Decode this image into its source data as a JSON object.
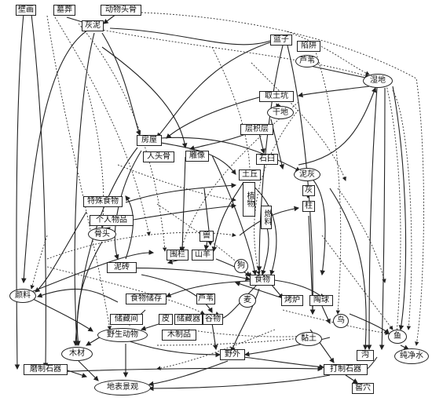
{
  "nodes": {
    "bihua": "壁画",
    "muzang": "墓葬",
    "dongwutougu": "动物头骨",
    "huini": "灰泥",
    "lanzi": "篮子",
    "xianjing": "陷阱",
    "luwei": "芦苇",
    "shidi": "湿地",
    "qutukeng": "取土坑",
    "gandi": "干地",
    "chenjiceng": "层积层",
    "fangwu": "房屋",
    "rentougu": "人头骨",
    "diaoxiang": "雕像",
    "shijiu": "石臼",
    "nihui": "泥灰",
    "tupi": "土丘",
    "dongzhiwu": "植物",
    "hui": "灰",
    "tanmu": "柱",
    "teshushiwu": "特殊食物",
    "gerenwupin": "个人物品",
    "ranliao": "燃料",
    "gutou": "骨头",
    "shou": "兽",
    "weilan": "围栏",
    "shanyang": "山羊",
    "gou": "狗",
    "nizhuan": "泥砖",
    "shiwu": "食物",
    "yanliao": "颜料",
    "shiwuchucun": "食物储存",
    "luwei2": "芦苇",
    "shaolu": "烤炉",
    "taoqiu": "陶球",
    "mai": "麦",
    "chucangjian": "储藏间",
    "pi": "皮",
    "chucangqi": "储藏器",
    "guwu": "谷物",
    "niao": "鸟",
    "yeshengdongwu": "野生动物",
    "muzhipin": "木制品",
    "niantu": "黏土",
    "yu": "鱼",
    "muchai": "木材",
    "yewai": "野外",
    "gou2": "沟",
    "chunjingshui": "纯净水",
    "mozhishiqi": "磨制石器",
    "dazhishiqi": "打制石器",
    "dibiaojingguan": "地表景观",
    "jiaoxue": "窖穴"
  }
}
